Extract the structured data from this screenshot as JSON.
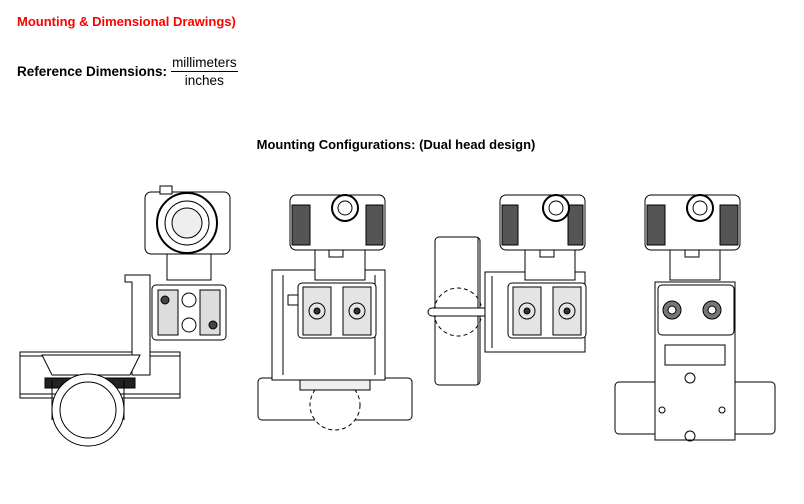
{
  "heading": "Mounting & Dimensional Drawings)",
  "reference": {
    "label": "Reference Dimensions:",
    "numerator": "millimeters",
    "denominator": "inches"
  },
  "section_title": "Mounting Configurations: (Dual head design)",
  "drawings": [
    {
      "name": "horizontal-pipe-side-view"
    },
    {
      "name": "horizontal-pipe-front-view"
    },
    {
      "name": "vertical-pipe-side-view"
    },
    {
      "name": "horizontal-pipe-rear-view"
    }
  ]
}
